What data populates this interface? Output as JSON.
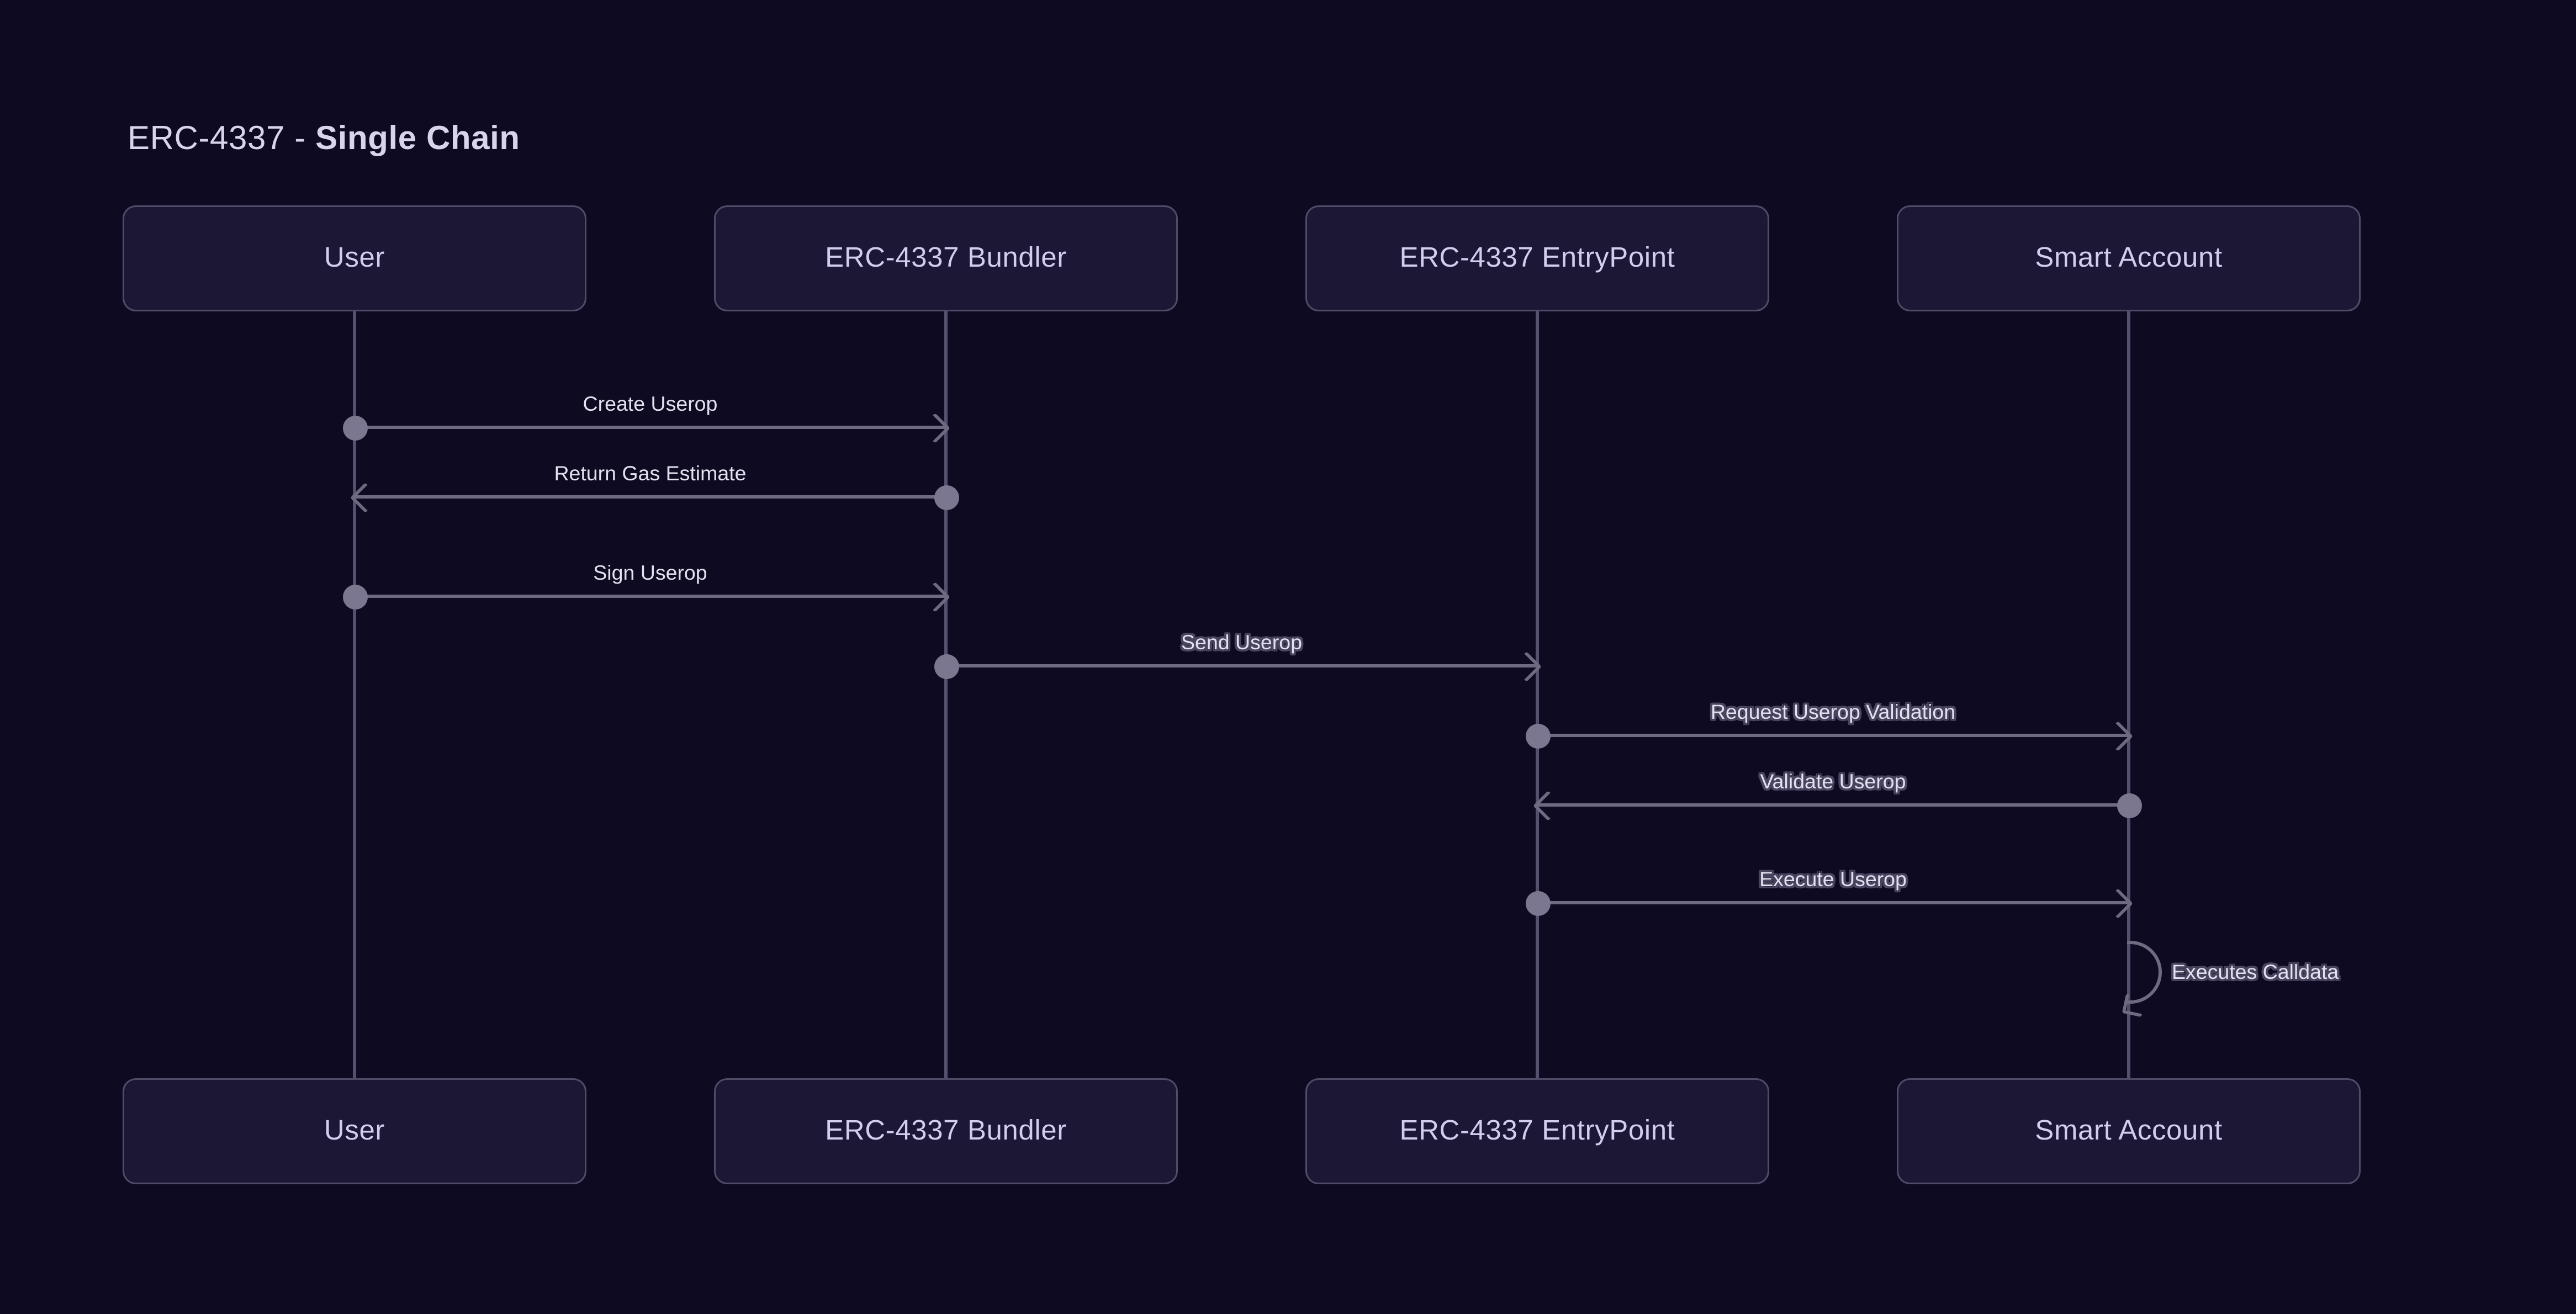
{
  "title": {
    "prefix": "ERC-4337 - ",
    "emphasis": "Single Chain"
  },
  "participants": [
    {
      "label": "User"
    },
    {
      "label": "ERC-4337 Bundler"
    },
    {
      "label": "ERC-4337 EntryPoint"
    },
    {
      "label": "Smart Account"
    }
  ],
  "messages": [
    {
      "label": "Create Userop",
      "from": "User",
      "to": "ERC-4337 Bundler"
    },
    {
      "label": "Return Gas Estimate",
      "from": "ERC-4337 Bundler",
      "to": "User"
    },
    {
      "label": "Sign Userop",
      "from": "User",
      "to": "ERC-4337 Bundler"
    },
    {
      "label": "Send Userop",
      "from": "ERC-4337 Bundler",
      "to": "ERC-4337 EntryPoint"
    },
    {
      "label": "Request Userop Validation",
      "from": "ERC-4337 EntryPoint",
      "to": "Smart Account"
    },
    {
      "label": "Validate Userop",
      "from": "Smart Account",
      "to": "ERC-4337 EntryPoint"
    },
    {
      "label": "Execute Userop",
      "from": "ERC-4337 EntryPoint",
      "to": "Smart Account"
    },
    {
      "label": "Executes Calldata",
      "from": "Smart Account",
      "to": "Smart Account"
    }
  ],
  "colors": {
    "background": "#0e0a21",
    "node_fill": "#1c1734",
    "node_border": "#514b68",
    "node_text": "#d2cced",
    "lifeline": "#55506e",
    "arrow": "#6e6a81",
    "origin_dot": "#7b7790",
    "message_text": "#e3e1ef",
    "title_text": "#d8d4ee"
  }
}
